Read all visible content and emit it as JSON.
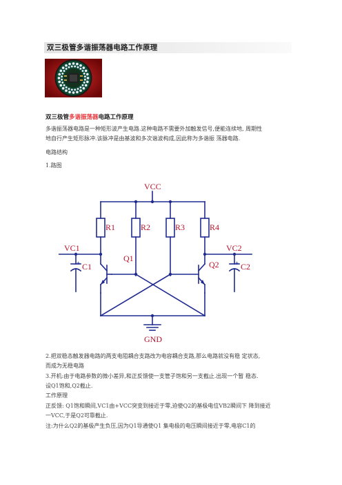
{
  "doc": {
    "title": "双三极管多谐振荡器电路工作原理",
    "subtitle": {
      "part1": "双三极管",
      "highlight": "多谐振荡器",
      "part2": "电路工作原理"
    },
    "paragraphs": [
      "多谐振荡器电路是一种矩形波产生电路.这种电路不需要外加触发信号,便能连续地, 周期性",
      "地自行产生矩形脉冲.该脉冲是由基波和多次谐波构成,因此称为多谐振 荡器电路.",
      "电路结构",
      "1.路图",
      "2.把双稳态触发器电路的两支电阻耦合支路改为电容耦合支路,那么电路就没有稳  定状态,",
      "而成为无稳电路",
      "3.开机:由于电路参数的微小差异,和正反馈使一支管子饱和另一支截止.出现一个暂  稳态.",
      "设Q1饱和,Q2截止.",
      "工作原理",
      "正反馈: Q1饱和瞬间,VC1由+VCC突变到接近于零,迫使Q2的基极电位VB2瞬间下  降到接近",
      "一VCC,于是Q2可靠截止.",
      "注:为什么Q2的基极产生负压,因为Q1导通使Q1 集电极的电压瞬间接近于零,电容C1的"
    ]
  },
  "circuit": {
    "vcc": "VCC",
    "gnd": "GND",
    "r1": "R1",
    "r2": "R2",
    "r3": "R3",
    "r4": "R4",
    "vc1": "VC1",
    "vc2": "VC2",
    "q1": "Q1",
    "q2": "Q2",
    "c1": "C1",
    "c2": "C2",
    "cap_plus": "+"
  },
  "colors": {
    "wire": "#1f2a8f",
    "label": "#b8112b",
    "highlight": "#e8383d"
  }
}
